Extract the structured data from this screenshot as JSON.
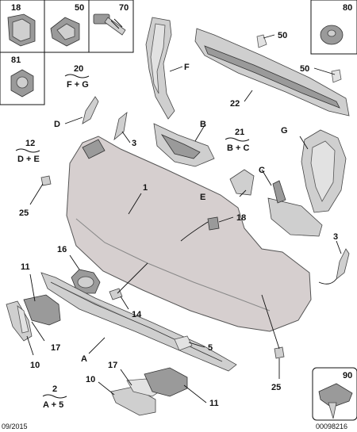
{
  "callouts": {
    "c18_top": "18",
    "c50_box": "50",
    "c70": "70",
    "c80": "80",
    "c81": "81",
    "c20": "20",
    "c20_sub": "F + G",
    "c50_a": "50",
    "c50_b": "50",
    "cF": "F",
    "c22": "22",
    "cD": "D",
    "c3_left": "3",
    "cB": "B",
    "c21": "21",
    "c21_sub": "B + C",
    "cG": "G",
    "c12": "12",
    "c12_sub": "D + E",
    "c1": "1",
    "cC": "C",
    "cE": "E",
    "c25_left": "25",
    "c18_mid": "18",
    "c3_right": "3",
    "c16": "16",
    "c11_left": "11",
    "c14": "14",
    "c17_left": "17",
    "c10_left": "10",
    "cA": "A",
    "c5": "5",
    "c25_bottom": "25",
    "c17_bottom": "17",
    "c10_bottom": "10",
    "c11_bottom": "11",
    "c2": "2",
    "c2_sub": "A + 5",
    "c90": "90"
  },
  "footer": {
    "date": "09/2015",
    "reference": "00098216"
  }
}
